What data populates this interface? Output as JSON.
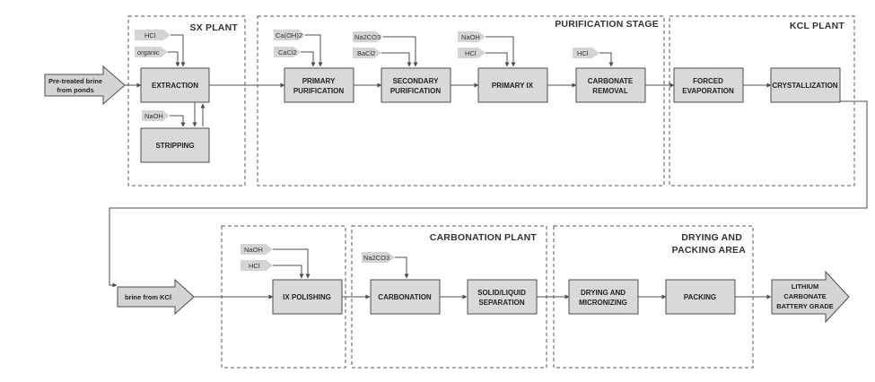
{
  "zones": {
    "sx_plant": "SX PLANT",
    "purification": "PURIFICATION STAGE",
    "kcl_plant": "KCL PLANT",
    "carbonation_plant": "CARBONATION PLANT",
    "drying_packing": [
      "DRYING AND",
      "PACKING AREA"
    ]
  },
  "process": {
    "extraction": "EXTRACTION",
    "stripping": "STRIPPING",
    "primary_purification": [
      "PRIMARY",
      "PURIFICATION"
    ],
    "secondary_purification": [
      "SECONDARY",
      "PURIFICATION"
    ],
    "primary_ix": "PRIMARY IX",
    "carbonate_removal": [
      "CARBONATE",
      "REMOVAL"
    ],
    "forced_evaporation": [
      "FORCED",
      "EVAPORATION"
    ],
    "crystallization": "CRYSTALLIZATION",
    "ix_polishing": "IX POLISHING",
    "carbonation": "CARBONATION",
    "solid_liquid_separation": [
      "SOLID/LIQUID",
      "SEPARATION"
    ],
    "drying_micronizing": [
      "DRYING AND",
      "MICRONIZING"
    ],
    "packing": "PACKING"
  },
  "reagents": {
    "hcl": "HCl",
    "organic": "organic",
    "naoh": "NaOH",
    "caoh2": "Ca(OH)2",
    "cacl2": "CaCl2",
    "na2co3": "Na2CO3",
    "bacl2": "BaCl2"
  },
  "io": {
    "input": [
      "Pre-treated brine",
      "from ponds"
    ],
    "brine_from_kcl": "brine from KCl",
    "output": [
      "LITHIUM",
      "CARBONATE",
      "BATTERY GRADE"
    ]
  },
  "colors": {
    "box_fill": "#d9d9d9",
    "box_stroke": "#4d4d4d",
    "tag_fill": "#d4d4d4",
    "line": "#4d4d4d",
    "zone_stroke": "#555555"
  }
}
